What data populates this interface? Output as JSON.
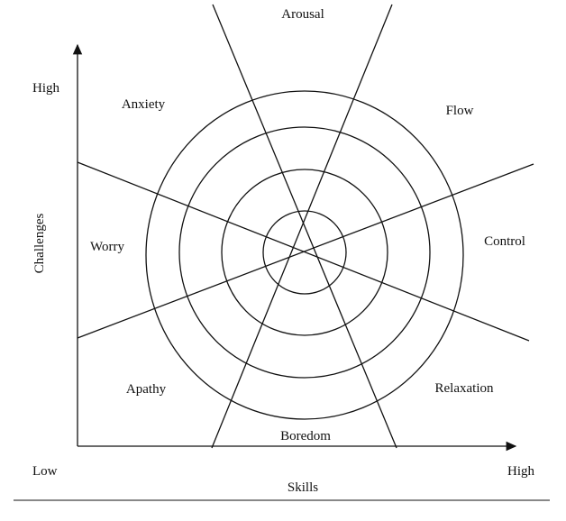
{
  "axes": {
    "y_label": "Challenges",
    "y_high": "High",
    "y_low": "Low",
    "x_label": "Skills",
    "x_high": "High"
  },
  "regions": {
    "arousal": "Arousal",
    "flow": "Flow",
    "control": "Control",
    "relaxation": "Relaxation",
    "boredom": "Boredom",
    "apathy": "Apathy",
    "worry": "Worry",
    "anxiety": "Anxiety"
  },
  "colors": {
    "ink": "#111111",
    "background": "#ffffff"
  }
}
